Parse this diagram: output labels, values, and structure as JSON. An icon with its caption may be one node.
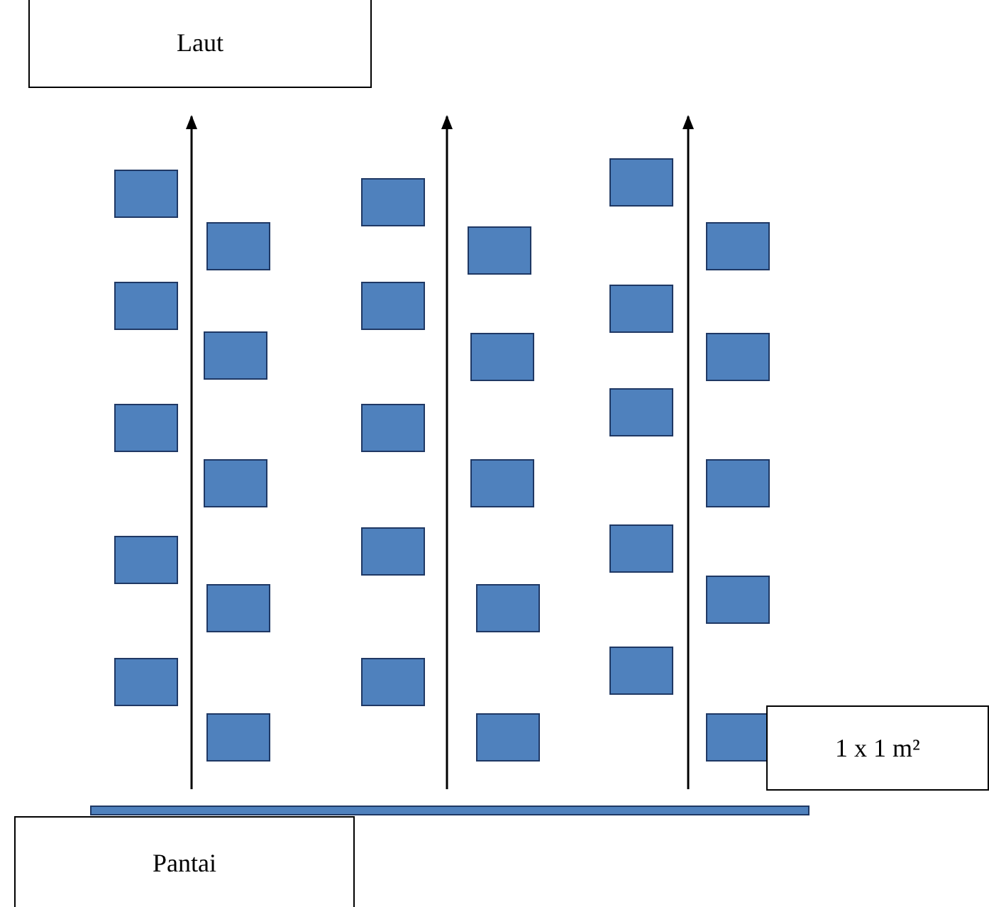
{
  "diagram": {
    "nodes": [
      {
        "text": [
          "Laut"
        ]
      },
      {
        "text": [
          "1 x 1 m²"
        ]
      },
      {
        "text": [
          "Pantai"
        ]
      }
    ]
  }
}
